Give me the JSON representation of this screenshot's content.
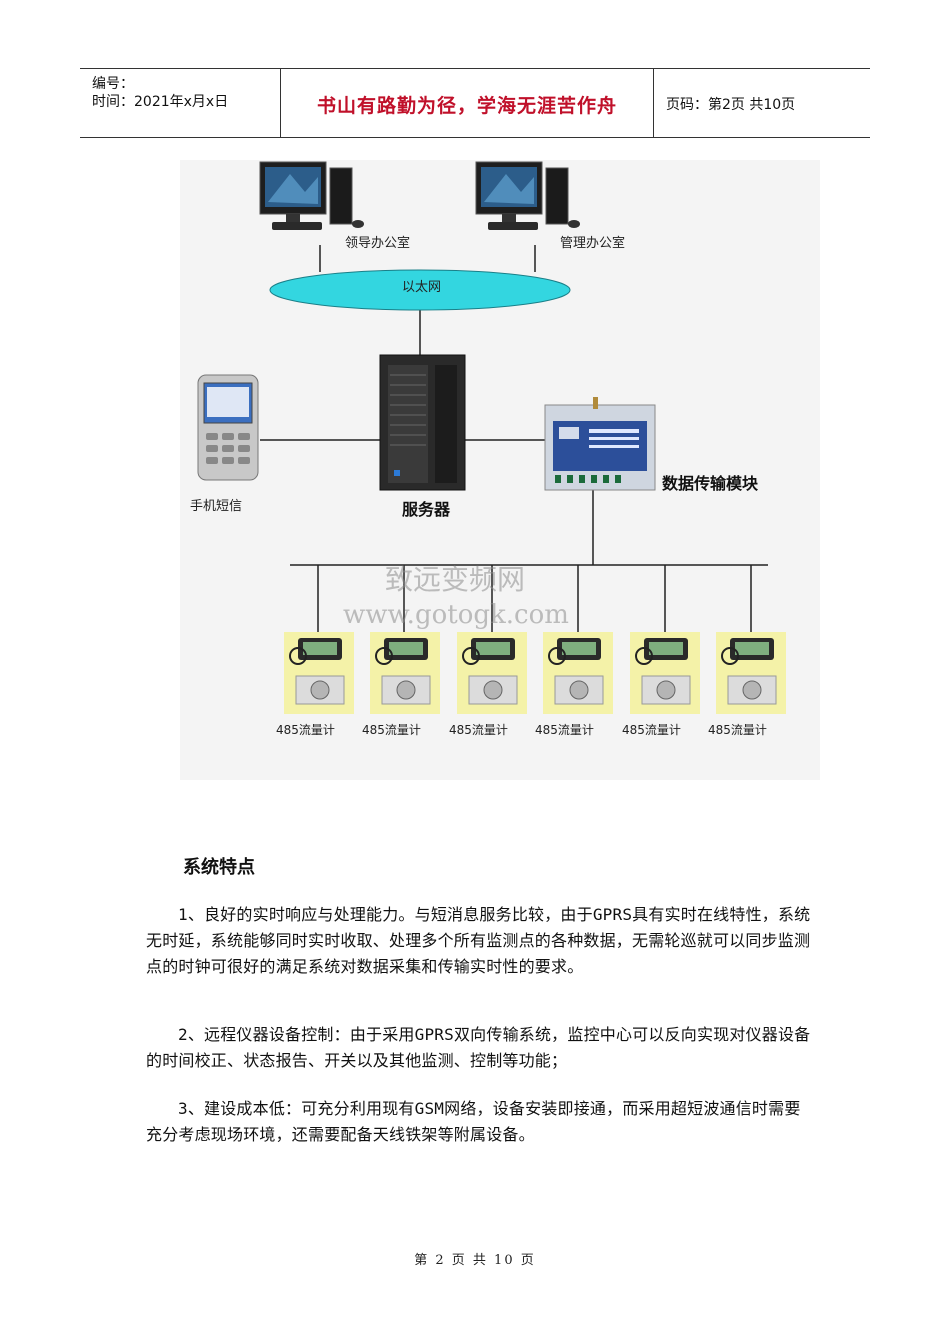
{
  "header": {
    "number_label": "编号：",
    "time_label": "时间：2021年x月x日",
    "motto": "书山有路勤为径，学海无涯苦作舟",
    "page_info": "页码：第2页  共10页"
  },
  "diagram": {
    "nodes": {
      "leader_office": "领导办公室",
      "mgmt_office": "管理办公室",
      "ethernet": "以太网",
      "mobile_sms": "手机短信",
      "server": "服务器",
      "data_module": "数据传输模块"
    },
    "flowmeters": [
      "485流量计",
      "485流量计",
      "485流量计",
      "485流量计",
      "485流量计",
      "485流量计"
    ],
    "watermark_cn": "致远变频网",
    "watermark_url": "www.gotogk.com",
    "colors": {
      "ethernet_fill": "#33d6e0",
      "bus_line": "#222222"
    }
  },
  "section": {
    "title": "系统特点",
    "paragraphs": [
      "1、良好的实时响应与处理能力。与短消息服务比较，由于GPRS具有实时在线特性，系统无时延，系统能够同时实时收取、处理多个所有监测点的各种数据，无需轮巡就可以同步监测点的时钟可很好的满足系统对数据采集和传输实时性的要求。",
      "2、远程仪器设备控制：由于采用GPRS双向传输系统，监控中心可以反向实现对仪器设备的时间校正、状态报告、开关以及其他监测、控制等功能；",
      "3、建设成本低：可充分利用现有GSM网络，设备安装即接通，而采用超短波通信时需要充分考虑现场环境，还需要配备天线铁架等附属设备。"
    ]
  },
  "footer": {
    "text": "第 2 页 共 10 页"
  }
}
